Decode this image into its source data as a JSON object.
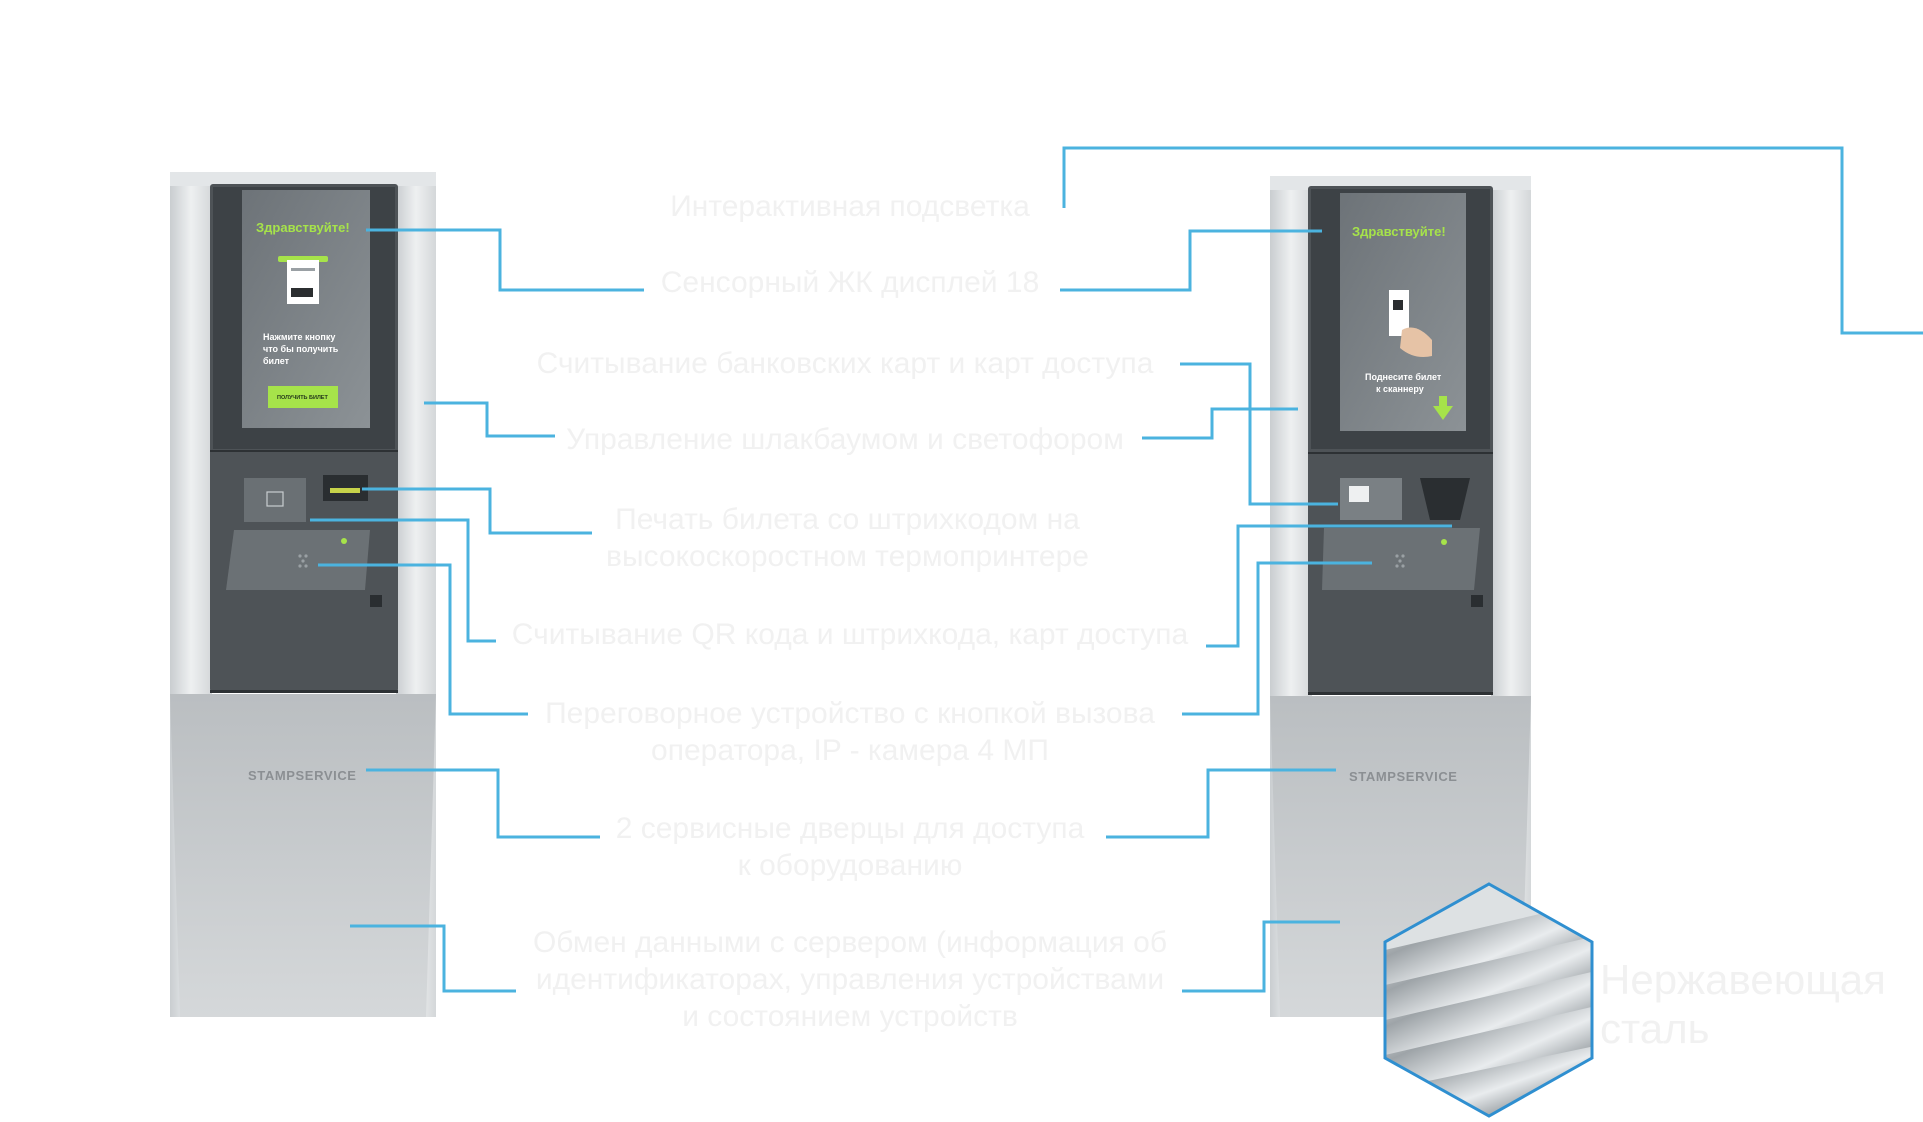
{
  "callouts": {
    "backlight": "Интерактивная подсветка",
    "touch_display": "Сенсорный ЖК дисплей 18",
    "card_reading": "Считывание банковских карт  и карт доступа",
    "barrier_control": "Управление шлакбаумом и светофором",
    "ticket_print": [
      "Печать билета со штрихкодом на",
      "высокоскоростном термопринтере"
    ],
    "qr_reading": "Считывание QR кода и штрихкода, карт доступа",
    "intercom": [
      "Переговорное устройство с кнопкой вызова",
      "оператора, IP - камера 4 МП"
    ],
    "service_doors": [
      "2 сервисные дверцы для доступа",
      "к оборудованию"
    ],
    "server_exchange": [
      "Обмен данными с сервером (информация об",
      "идентификаторах, управления устройствами",
      "и состоянием устройств"
    ]
  },
  "material_label": [
    "Нержавеющая",
    "сталь"
  ],
  "kiosk_left": {
    "brand": "STAMPSERVICE",
    "screen": {
      "greeting": "Здравствуйте!",
      "instruction": [
        "Нажмите кнопку",
        "что бы получить",
        "билет"
      ],
      "button_label": "ПОЛУЧИТЬ БИЛЕТ"
    }
  },
  "kiosk_right": {
    "brand": "STAMPSERVICE",
    "screen": {
      "greeting": "Здравствуйте!",
      "instruction": [
        "Поднесите билет",
        "к сканнеру"
      ]
    }
  },
  "colors": {
    "callout_line": "#4bb3df",
    "callout_text": "#f1f1f1",
    "screen_accent": "#a6e34a",
    "kiosk_dark": "#4e5357",
    "steel_frame": "#2f8fd0"
  },
  "icons": {
    "cards": "card-reader-icon",
    "speaker": "speaker-grille-icon",
    "arrow": "arrow-down-icon"
  }
}
